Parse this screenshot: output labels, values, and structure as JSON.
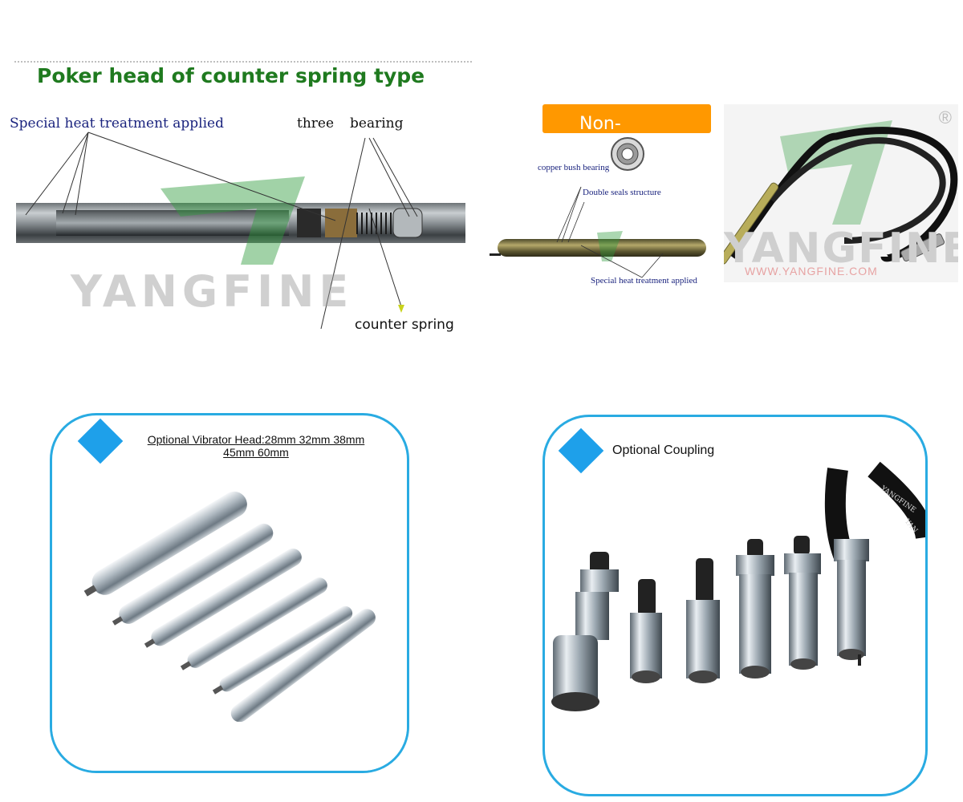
{
  "poker_section": {
    "title": "Poker head of counter spring type",
    "label_heat_treatment": "Special heat treatment applied",
    "label_three": "three",
    "label_bearing": "bearing",
    "label_counter_spring": "counter spring",
    "watermark": "YANGFINE"
  },
  "nonspring_section": {
    "banner": "Non-",
    "label_copper_bush": "copper bush bearing",
    "label_double_seals": "Double seals structure",
    "label_heat_treatment": "Special heat treatment applied"
  },
  "hose_section": {
    "registered_mark": "®",
    "brand": "YANGFINE",
    "url": "WWW.YANGFINE.COM"
  },
  "vibrator_head_card": {
    "caption_line1": "Optional Vibrator Head:28mm 32mm 38mm",
    "caption_line2": "45mm 60mm"
  },
  "coupling_card": {
    "caption": "Optional Coupling",
    "hose_print_1": "YANGFINE",
    "hose_print_2": "YAN"
  },
  "colors": {
    "title_green": "#1f7a1f",
    "banner_orange": "#ff9800",
    "card_border": "#29abe2",
    "diamond_blue": "#1ea0ea"
  }
}
